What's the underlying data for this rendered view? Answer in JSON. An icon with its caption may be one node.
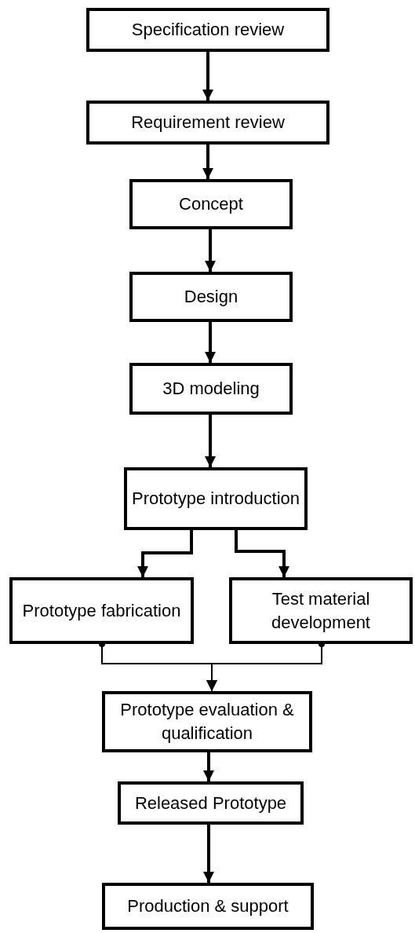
{
  "diagram": {
    "nodes": [
      {
        "text": [
          "Specification review"
        ]
      },
      {
        "text": [
          "Requirement review"
        ]
      },
      {
        "text": [
          "Concept"
        ]
      },
      {
        "text": [
          "Design"
        ]
      },
      {
        "text": [
          "3D modeling"
        ]
      },
      {
        "text": [
          "Prototype introduction"
        ]
      },
      {
        "text": [
          "Prototype fabrication"
        ]
      },
      {
        "text": [
          "Test material development"
        ]
      },
      {
        "text": [
          "Prototype evaluation & qualification"
        ]
      },
      {
        "text": [
          "Released Prototype"
        ]
      },
      {
        "text": [
          "Production & support"
        ]
      }
    ],
    "edges": [
      {
        "from": 0,
        "to": 1,
        "arrow": "to"
      },
      {
        "from": 1,
        "to": 2,
        "arrow": "to"
      },
      {
        "from": 2,
        "to": 3,
        "arrow": "to"
      },
      {
        "from": 3,
        "to": 4,
        "arrow": "to"
      },
      {
        "from": 4,
        "to": 5,
        "arrow": "to"
      },
      {
        "from": 5,
        "to": 6,
        "arrow": "to"
      },
      {
        "from": 5,
        "to": 7,
        "arrow": "to"
      },
      {
        "from": 6,
        "to": 8,
        "arrow": "to"
      },
      {
        "from": 7,
        "to": 8,
        "arrow": "to"
      },
      {
        "from": 8,
        "to": 9,
        "arrow": "to"
      },
      {
        "from": 9,
        "to": 10,
        "arrow": "to"
      }
    ]
  }
}
